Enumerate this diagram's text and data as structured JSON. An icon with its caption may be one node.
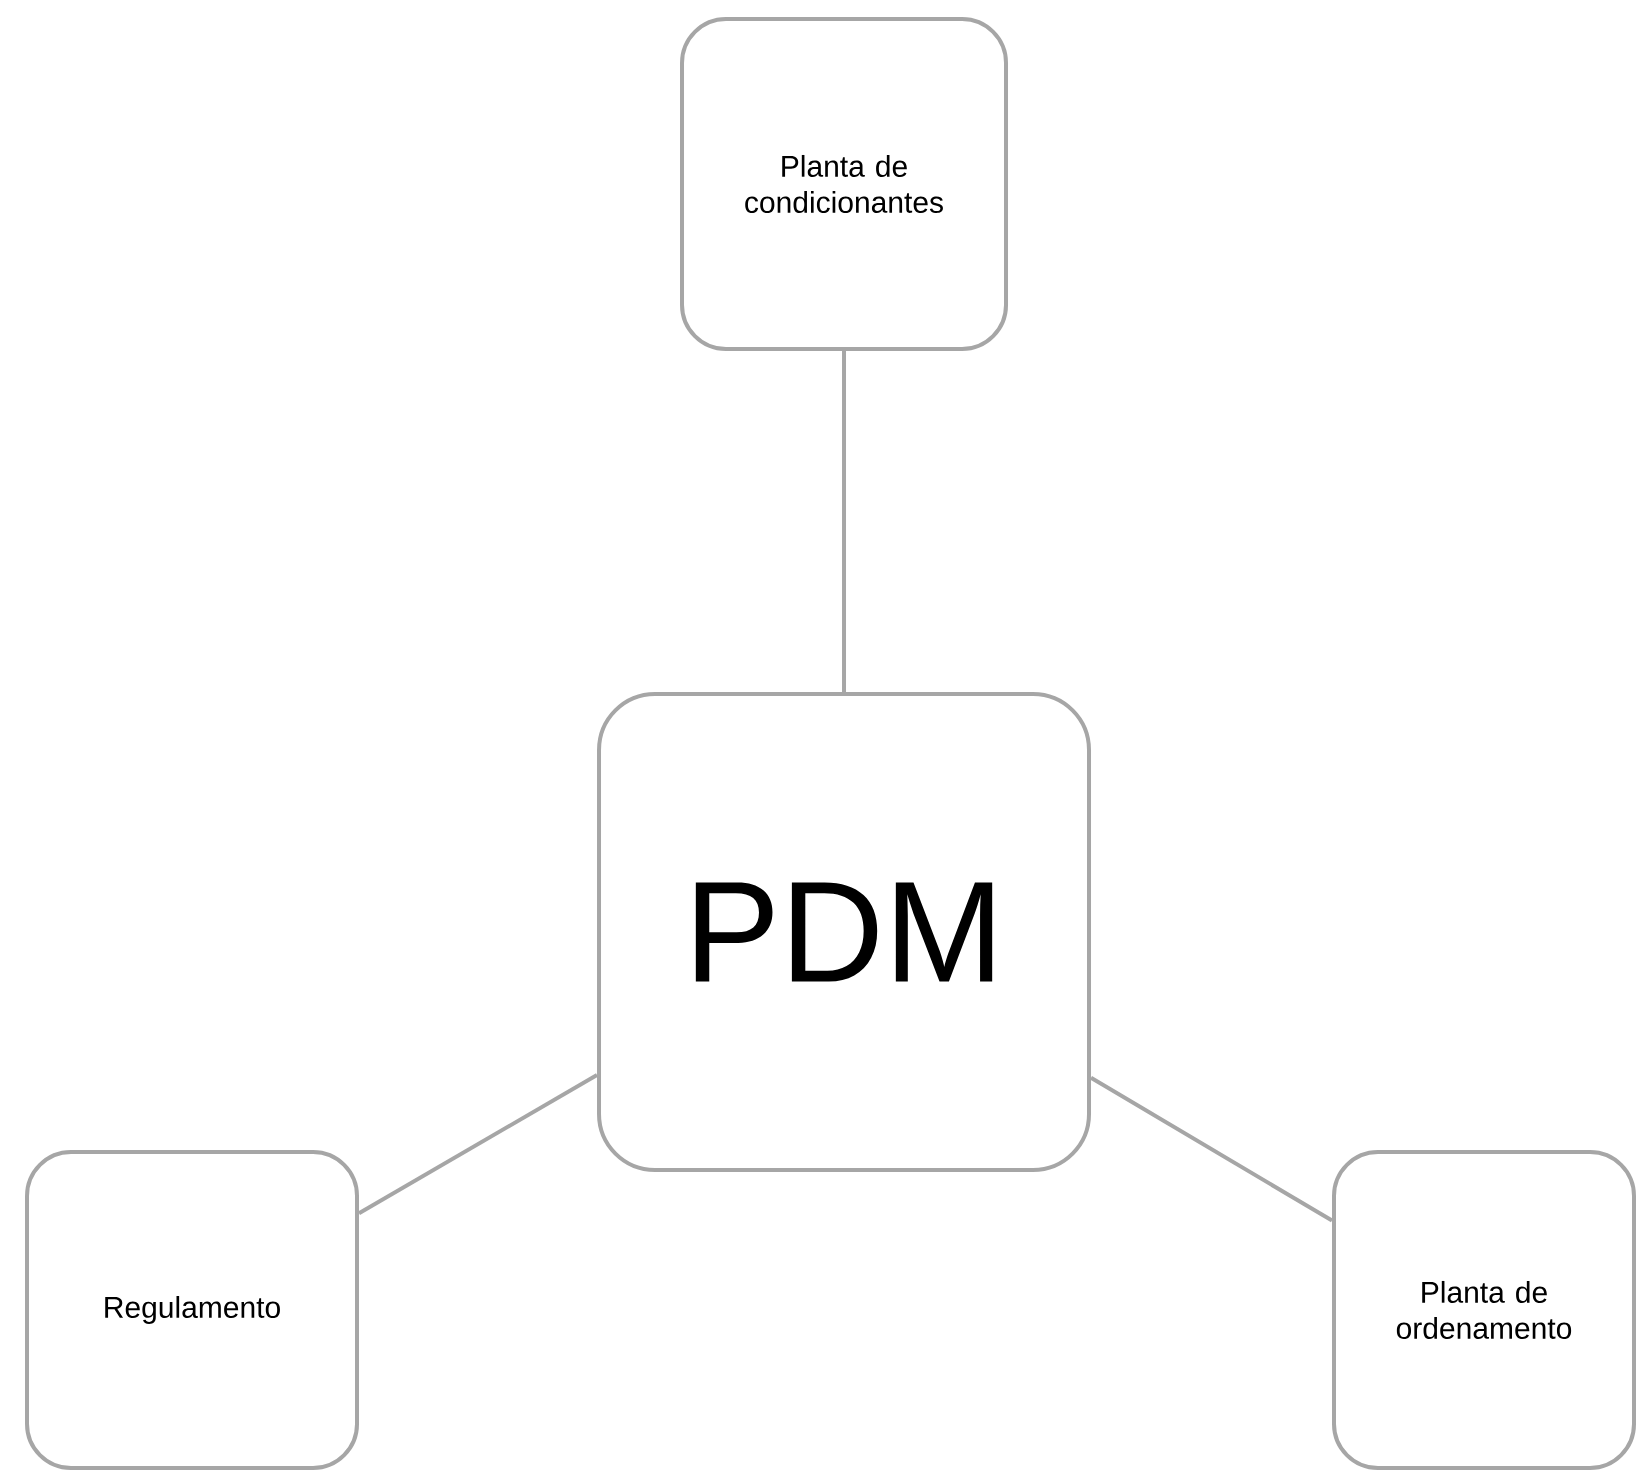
{
  "diagram": {
    "nodes": [
      {
        "text": [
          "PDM"
        ]
      },
      {
        "text": [
          "Planta de condicionantes"
        ]
      },
      {
        "text": [
          "Regulamento"
        ]
      },
      {
        "text": [
          "Planta de ordenamento"
        ]
      }
    ],
    "edges": [
      {
        "from": 0,
        "to": 1,
        "arrow": "none"
      },
      {
        "from": 0,
        "to": 2,
        "arrow": "none"
      },
      {
        "from": 0,
        "to": 3,
        "arrow": "none"
      }
    ]
  }
}
